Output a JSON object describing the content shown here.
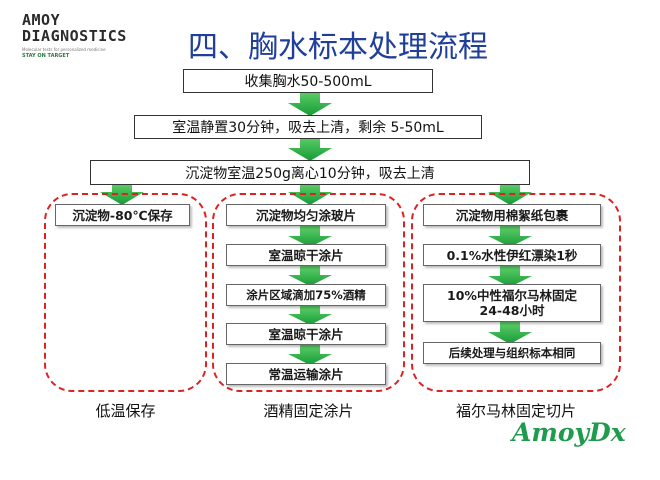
{
  "logo": {
    "line1": "AMOY",
    "line2": "DIAGNOSTICS",
    "tagline": "Molecular tests for personalized medicine",
    "slogan": "STAY ON TARGET"
  },
  "title": "四、胸水标本处理流程",
  "steps": {
    "collect": "收集胸水50-500mL",
    "settle": "室温静置30分钟，吸去上清，剩余 5-50mL",
    "centrifuge": "沉淀物室温250g离心10分钟，吸去上清"
  },
  "branches": [
    {
      "caption": "低温保存",
      "items": [
        "沉淀物-80℃保存"
      ]
    },
    {
      "caption": "酒精固定涂片",
      "items": [
        "沉淀物均匀涂玻片",
        "室温晾干涂片",
        "涂片区域滴加75%酒精",
        "室温晾干涂片",
        "常温运输涂片"
      ]
    },
    {
      "caption": "福尔马林固定切片",
      "items": [
        "沉淀物用棉絮纸包裹",
        "0.1%水性伊红漂染1秒",
        "10%中性福尔马林固定\n24-48小时",
        "后续处理与组织标本相同"
      ]
    }
  ],
  "brand": "AmoyDx",
  "colors": {
    "title": "#1f3f9a",
    "arrow": "#2bb04a",
    "dashed_border": "#dd2222",
    "brand": "#1e9b4b"
  }
}
